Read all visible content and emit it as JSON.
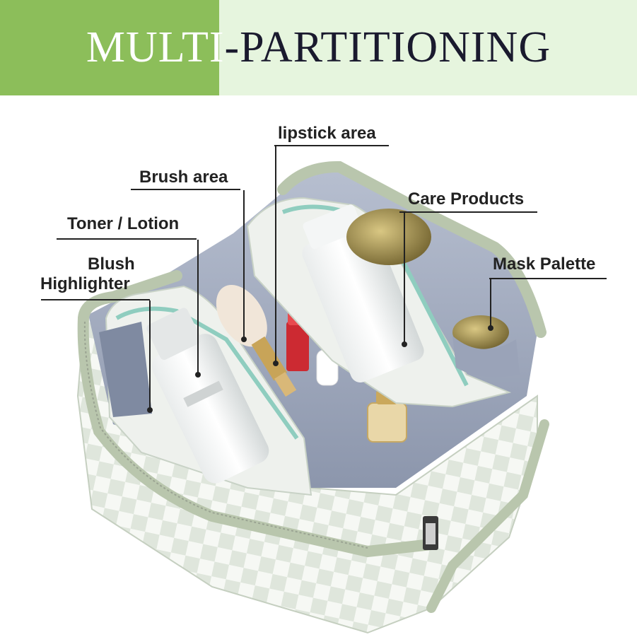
{
  "banner": {
    "title_part1": "MULTI",
    "title_part2": "-PARTITIONING",
    "colors": {
      "left_block": "#8cbe5a",
      "right_block": "#e6f5de"
    }
  },
  "labels": {
    "lipstick": "lipstick area",
    "brush": "Brush area",
    "care": "Care Products",
    "toner": "Toner / Lotion",
    "mask": "Mask Palette",
    "blush_line1": "Blush",
    "blush_line2": "Highlighter"
  },
  "product": {
    "image": "cosmetic-bag-photo",
    "colors": {
      "trim": "#b9c6ad",
      "lining": "#a3acbf",
      "zipper": "#8fcdbf",
      "checker": "#e7ece4"
    }
  }
}
